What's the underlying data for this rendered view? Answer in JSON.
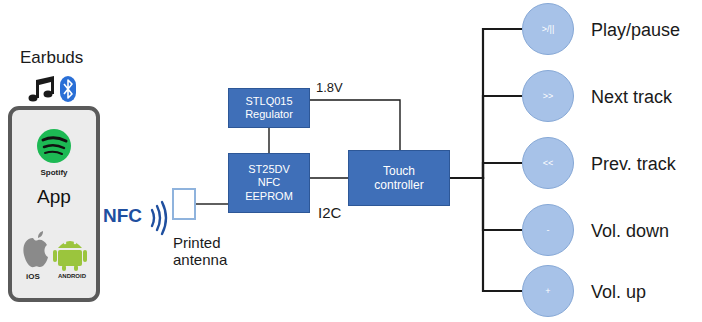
{
  "diagram": {
    "nodes": [
      {
        "text": [
          "Spotify",
          "App",
          "iOS",
          "ANDROID"
        ]
      },
      {
        "text": [
          "Printed antenna"
        ]
      },
      {
        "text": [
          "STLQ015 Regulator"
        ]
      },
      {
        "text": [
          "ST25DV NFC EEPROM"
        ]
      },
      {
        "text": [
          "Touch controller"
        ]
      },
      {
        "text": [
          ">/||",
          "Play/pause"
        ]
      },
      {
        "text": [
          ">>",
          "Next track"
        ]
      },
      {
        "text": [
          "<<",
          "Prev. track"
        ]
      },
      {
        "text": [
          "-",
          "Vol. down"
        ]
      },
      {
        "text": [
          "+",
          "Vol. up"
        ]
      }
    ],
    "edges": [
      {
        "from": 1,
        "to": 3,
        "arrow": "none"
      },
      {
        "from": 2,
        "to": 3,
        "arrow": "none"
      },
      {
        "from": 2,
        "to": 4,
        "label": "1.8V",
        "arrow": "none"
      },
      {
        "from": 3,
        "to": 4,
        "label": "I2C",
        "arrow": "none"
      },
      {
        "from": 4,
        "to": 5,
        "arrow": "none"
      },
      {
        "from": 4,
        "to": 6,
        "arrow": "none"
      },
      {
        "from": 4,
        "to": 7,
        "arrow": "none"
      },
      {
        "from": 4,
        "to": 8,
        "arrow": "none"
      },
      {
        "from": 4,
        "to": 9,
        "arrow": "none"
      }
    ],
    "labels": [
      "Earbuds",
      "NFC"
    ]
  }
}
